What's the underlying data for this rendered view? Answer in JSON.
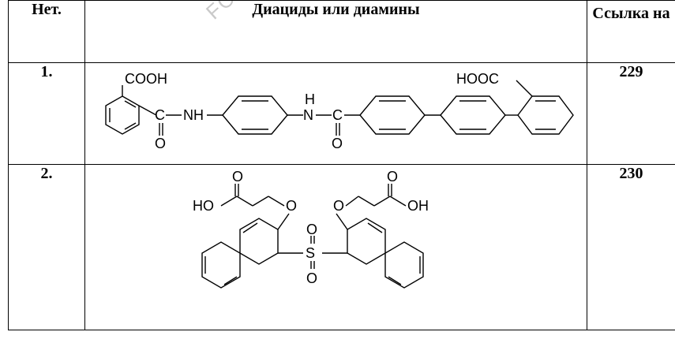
{
  "watermark": "FOR AUTHOR USE ONLY",
  "table": {
    "header": {
      "col1": "Нет.",
      "col2": "Диациды или диамины",
      "col3": "Ссылка на"
    },
    "rows": [
      {
        "num": "1.",
        "ref": "229",
        "labels": {
          "cooh": "COOH",
          "hooc": "HOOC",
          "nh1": "NH",
          "nh2": "N",
          "h": "H",
          "c1": "C",
          "c2": "C",
          "o1": "O",
          "o2": "O"
        }
      },
      {
        "num": "2.",
        "ref": "230",
        "labels": {
          "ho": "HO",
          "oh": "OH",
          "o_top_l": "O",
          "o_top_r": "O",
          "o_eth_l": "O",
          "o_eth_r": "O",
          "s": "S",
          "o_s1": "O",
          "o_s2": "O"
        }
      }
    ]
  }
}
